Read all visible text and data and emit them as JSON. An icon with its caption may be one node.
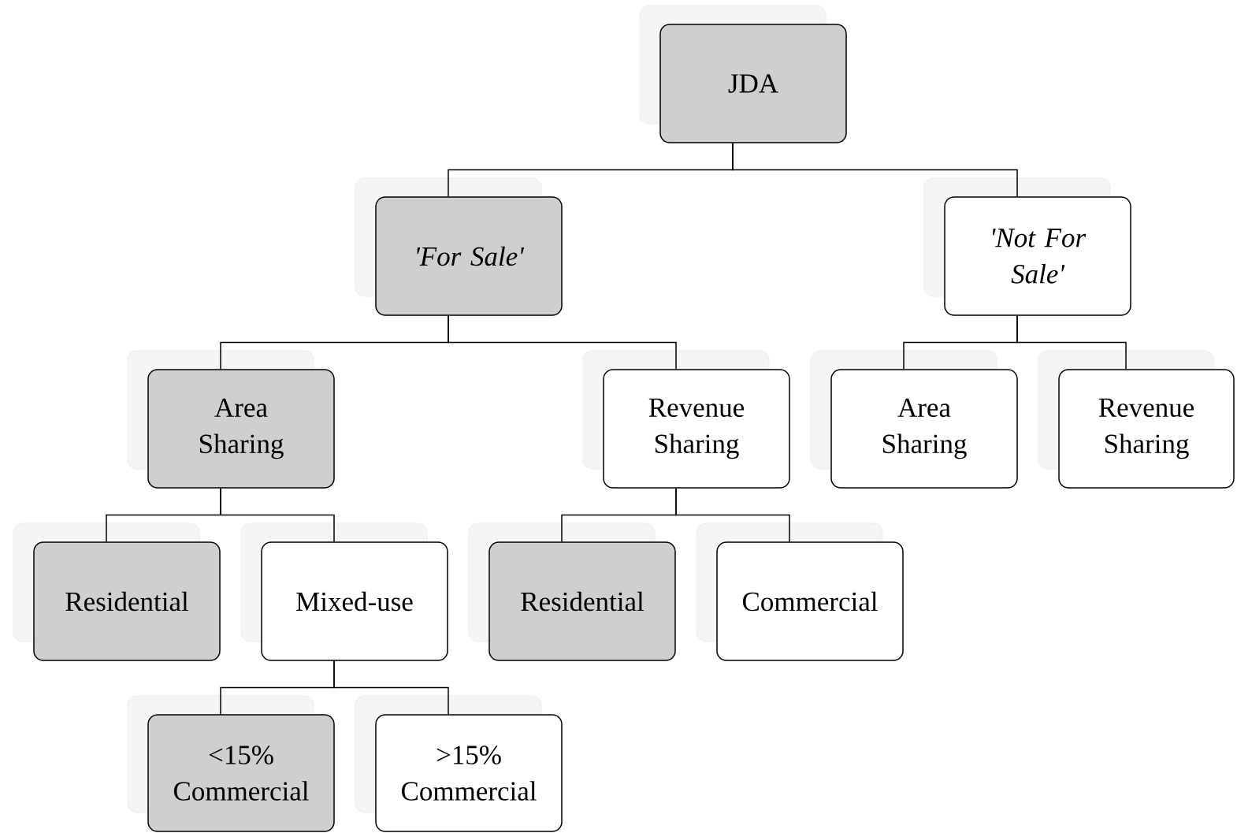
{
  "diagram": {
    "nodes": [
      {
        "text": [
          "JDA"
        ]
      },
      {
        "text": [
          "'For Sale'"
        ]
      },
      {
        "text": [
          "'Not For Sale'"
        ]
      },
      {
        "text": [
          "Area Sharing"
        ]
      },
      {
        "text": [
          "Revenue Sharing"
        ]
      },
      {
        "text": [
          "Area Sharing"
        ]
      },
      {
        "text": [
          "Revenue Sharing"
        ]
      },
      {
        "text": [
          "Residential"
        ]
      },
      {
        "text": [
          "Mixed-use"
        ]
      },
      {
        "text": [
          "Residential"
        ]
      },
      {
        "text": [
          "Commercial"
        ]
      },
      {
        "text": [
          "<15% Commercial"
        ]
      },
      {
        "text": [
          ">15% Commercial"
        ]
      }
    ],
    "edges": [
      {
        "from": 0,
        "to": 1,
        "arrow": "none"
      },
      {
        "from": 0,
        "to": 2,
        "arrow": "none"
      },
      {
        "from": 1,
        "to": 3,
        "arrow": "none"
      },
      {
        "from": 1,
        "to": 4,
        "arrow": "none"
      },
      {
        "from": 2,
        "to": 5,
        "arrow": "none"
      },
      {
        "from": 2,
        "to": 6,
        "arrow": "none"
      },
      {
        "from": 3,
        "to": 7,
        "arrow": "none"
      },
      {
        "from": 3,
        "to": 8,
        "arrow": "none"
      },
      {
        "from": 4,
        "to": 9,
        "arrow": "none"
      },
      {
        "from": 4,
        "to": 10,
        "arrow": "none"
      },
      {
        "from": 8,
        "to": 11,
        "arrow": "none"
      },
      {
        "from": 8,
        "to": 12,
        "arrow": "none"
      }
    ]
  }
}
